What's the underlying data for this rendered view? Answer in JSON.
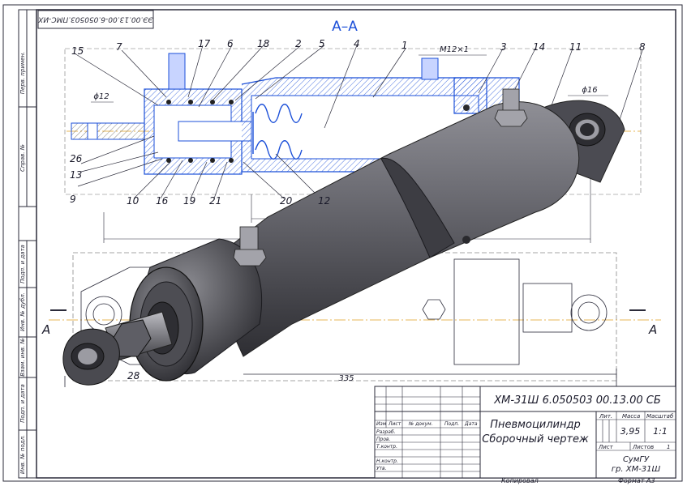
{
  "corner_stamp": "ЭЭ.00.13.00-6.050503.ПМС-ИХ",
  "section_title": "А–А",
  "callouts_top": [
    "15",
    "7",
    "17",
    "6",
    "18",
    "2",
    "5",
    "4",
    "1",
    "3",
    "14",
    "11",
    "8"
  ],
  "callouts_bottom": [
    "26",
    "13",
    "9",
    "10",
    "16",
    "19",
    "21",
    "20",
    "12"
  ],
  "callout_28": "28",
  "dims": {
    "thread": "M12×1",
    "d12": "ϕ12",
    "d16": "ϕ16",
    "len335": "335"
  },
  "cut_labels": {
    "left": "А",
    "right": "А"
  },
  "side_strip": [
    "Перв. примен.",
    "Справ. №",
    "Подп. и дата",
    "Инв. № дубл.",
    "Взам. инв. №",
    "Подп. и дата",
    "Инв. № подл."
  ],
  "title_block": {
    "designation": "ХМ-31Ш 6.050503 00.13.00 СБ",
    "name_line1": "Пневмоцилиндр",
    "name_line2": "Сборочный чертеж",
    "header_cols": [
      "Изм",
      "Лист",
      "№ докум.",
      "Подп.",
      "Дата"
    ],
    "role_rows": [
      "Разраб.",
      "Пров.",
      "Т.контр.",
      "Н.контр.",
      "Утв."
    ],
    "lit_label": "Лит.",
    "mass_label": "Масса",
    "scale_label": "Масштаб",
    "mass_value": "3,95",
    "scale_value": "1:1",
    "sheet_label": "Лист",
    "sheets_label": "Листов",
    "sheets_value": "1",
    "org_line1": "СумГУ",
    "org_line2": "гр. ХМ-31Ш"
  },
  "footer": {
    "copied": "Копировал",
    "format": "Формат    А3"
  },
  "colors": {
    "frame": "#2b2b3a",
    "section_blue": "#1b4fd8",
    "body_gray": "#5a5a62",
    "accent_orange": "#e0a020"
  }
}
